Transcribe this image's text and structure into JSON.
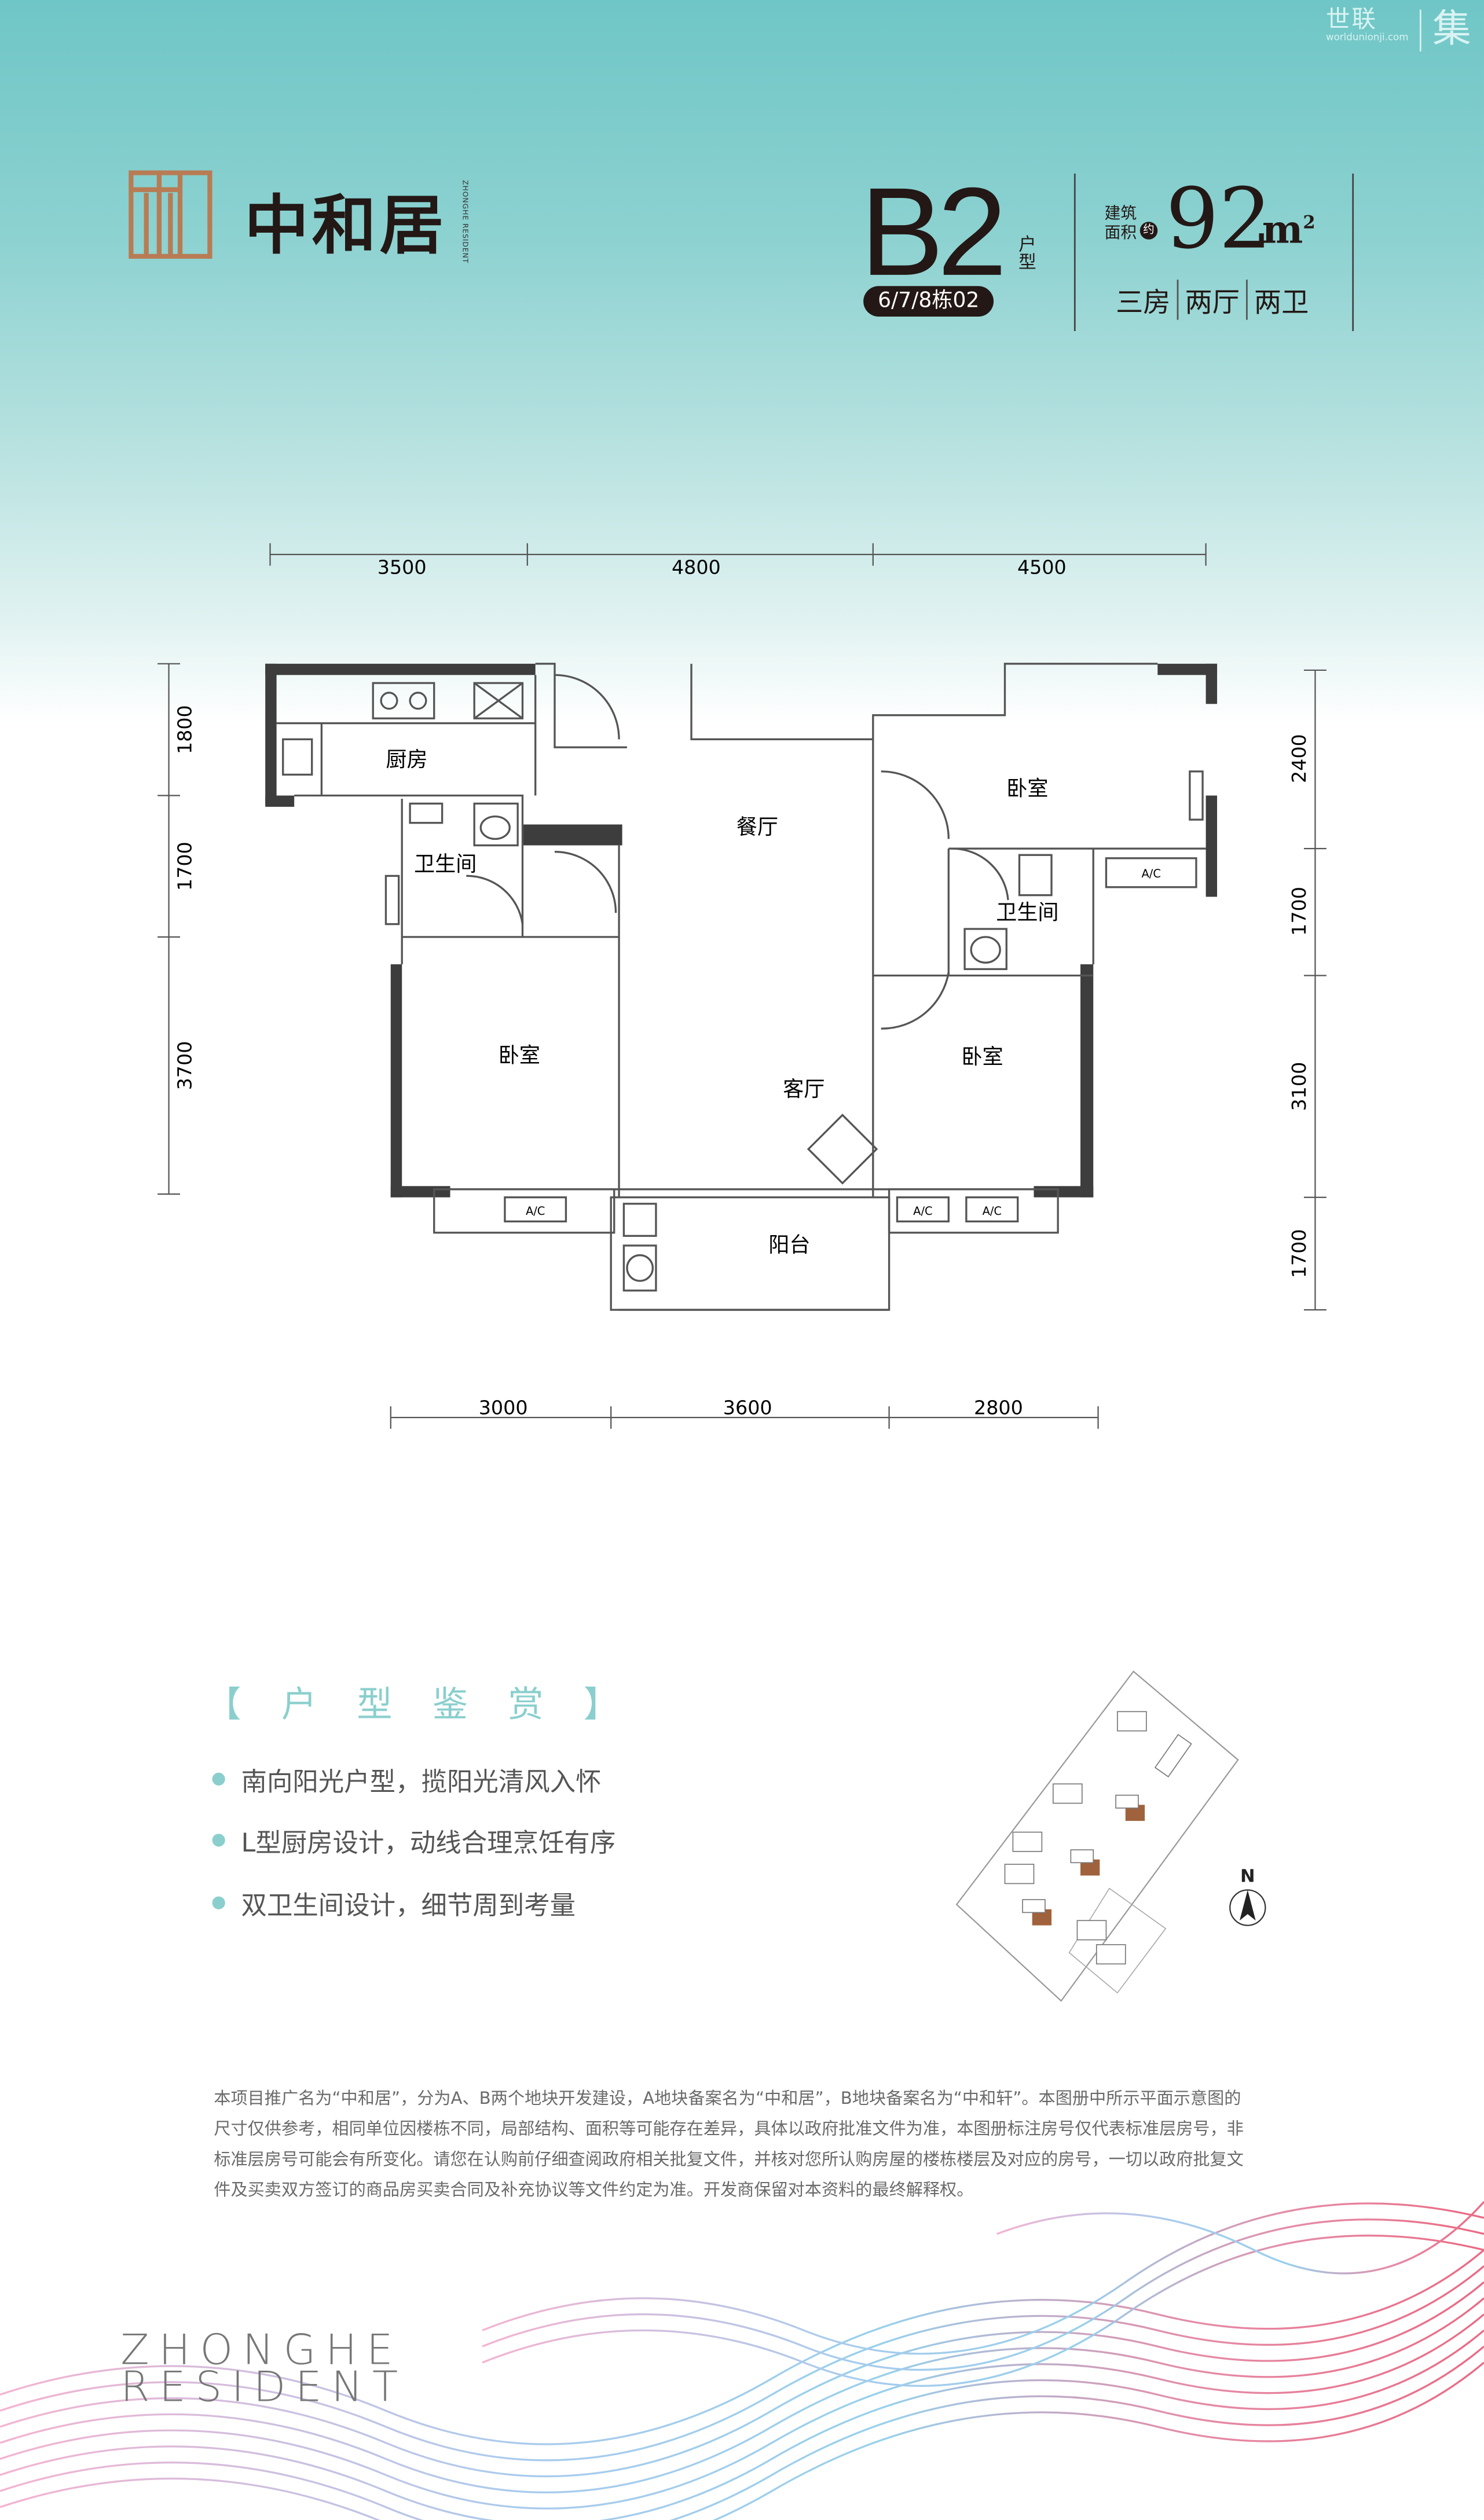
{
  "brand": {
    "name_cn": "世联",
    "url": "worldunionji.com",
    "suffix": "集"
  },
  "project": {
    "name": "中和居",
    "name_en": "ZHONGHE RESIDENT",
    "name_en_line1": "ZHONGHE",
    "name_en_line2": "RESIDENT"
  },
  "unit": {
    "type": "B2",
    "type_label": "户型",
    "buildings": "6/7/8栋02",
    "area_label_1": "建筑",
    "area_label_2": "面积",
    "area_approx": "约",
    "area_value": "92",
    "area_unit": "m",
    "area_sup": "2",
    "rooms": [
      "三房",
      "两厅",
      "两卫"
    ]
  },
  "plan": {
    "dims_top": [
      "3500",
      "4800",
      "4500"
    ],
    "dims_bottom": [
      "3000",
      "3600",
      "2800"
    ],
    "dims_left": [
      "1800",
      "1700",
      "3700"
    ],
    "dims_right": [
      "2400",
      "1700",
      "3100",
      "1700"
    ],
    "rooms": {
      "kitchen": "厨房",
      "dining": "餐厅",
      "bedroom_ne": "卧室",
      "bath_left": "卫生间",
      "bath_right": "卫生间",
      "bedroom_w": "卧室",
      "living": "客厅",
      "bedroom_se": "卧室",
      "balcony": "阳台"
    },
    "ac_label": "A/C"
  },
  "features": {
    "title": "【 户 型 鉴 赏 】",
    "items": [
      "南向阳光户型，揽阳光清风入怀",
      "L型厨房设计，动线合理烹饪有序",
      "双卫生间设计，细节周到考量"
    ]
  },
  "site_map": {
    "north": "N"
  },
  "disclaimer": "本项目推广名为“中和居”，分为A、B两个地块开发建设，A地块备案名为“中和居”，B地块备案名为“中和轩”。本图册中所示平面示意图的尺寸仅供参考，相同单位因楼栋不同，局部结构、面积等可能存在差异，具体以政府批准文件为准，本图册标注房号仅代表标准层房号，非标准层房号可能会有所变化。请您在认购前仔细查阅政府相关批复文件，并核对您所认购房屋的楼栋楼层及对应的房号，一切以政府批复文件及买卖双方签订的商品房买卖合同及补充协议等文件约定为准。开发商保留对本资料的最终解释权。",
  "colors": {
    "teal": "#8acfcd",
    "dark": "#231815",
    "logo_bronze": "#b87c55",
    "wall": "#3d3d3d"
  }
}
